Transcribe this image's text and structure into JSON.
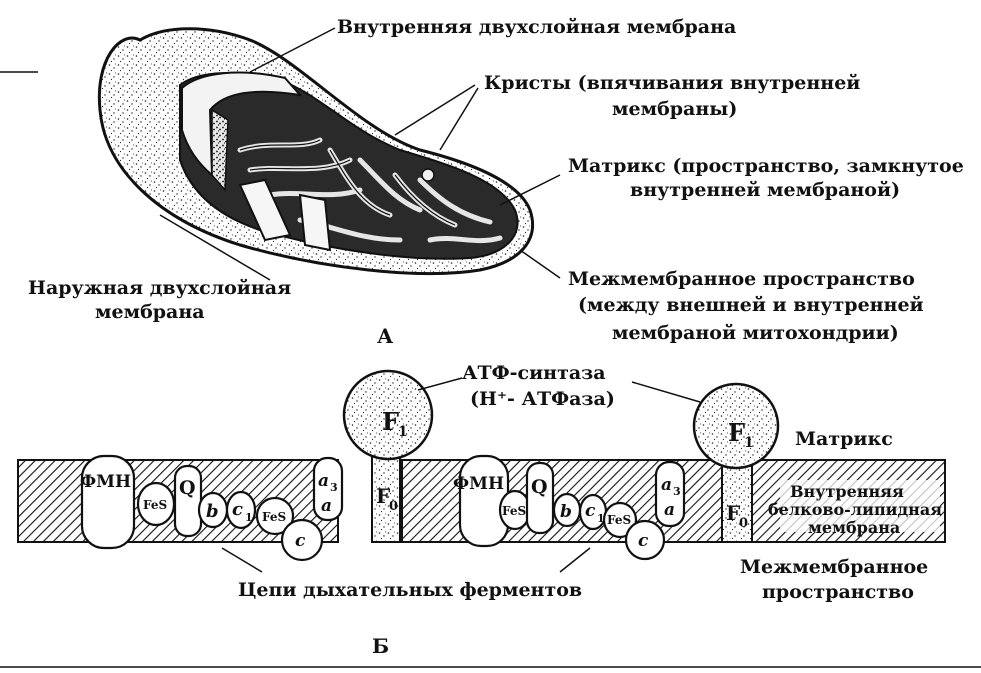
{
  "panel_a": {
    "label": "А",
    "inner_membrane": "Внутренняя двухслойная мембрана",
    "cristae": [
      "Кристы (впячивания  внутренней",
      "мембраны)"
    ],
    "matrix": [
      "Матрикс  (пространство, замкнутое",
      "внутренней мембраной)"
    ],
    "outer_membrane": [
      "Наружная двухслойная",
      "мембрана"
    ],
    "intermembrane": [
      "Межмембранное пространство",
      "(между внешней и внутренней",
      "мембраной митохондрии)"
    ]
  },
  "panel_b": {
    "label": "Б",
    "atp_synthase": [
      "АТФ-синтаза",
      "(Н⁺- АТФаза)"
    ],
    "matrix": "Матрикс",
    "membrane": [
      "Внутренняя",
      "белково-липидная",
      "мембрана"
    ],
    "intermembrane": [
      "Межмембранное",
      "пространство"
    ],
    "chains": "Цепи дыхательных ферментов",
    "f1": "F",
    "f1_sub": "1",
    "f0": "F",
    "f0_sub": "0",
    "complex": {
      "fmn": "ФМН",
      "fes": "FeS",
      "q": "Q",
      "b": "b",
      "c1": "c",
      "c1_sub": "1",
      "c": "c",
      "a": "a",
      "a3": "a",
      "a3_sub": "3"
    }
  }
}
